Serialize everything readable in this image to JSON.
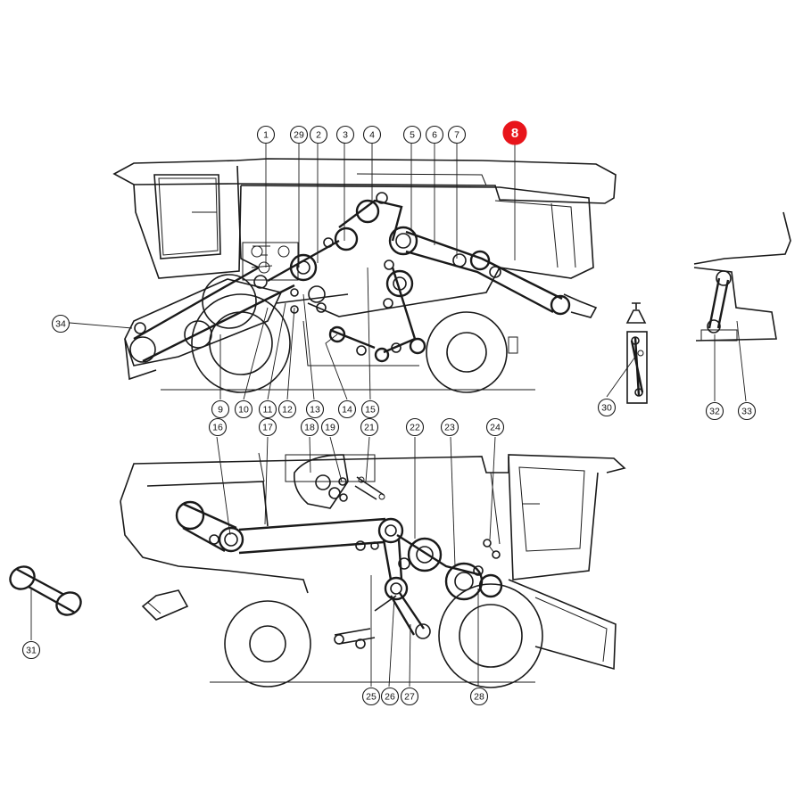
{
  "diagram": {
    "highlighted_part": "8",
    "colors": {
      "line": "#1a1a1a",
      "highlight": "#e8151b",
      "background": "#ffffff"
    },
    "callouts": [
      {
        "id": "1",
        "label": "1"
      },
      {
        "id": "29",
        "label": "29"
      },
      {
        "id": "2",
        "label": "2"
      },
      {
        "id": "3",
        "label": "3"
      },
      {
        "id": "4",
        "label": "4"
      },
      {
        "id": "5",
        "label": "5"
      },
      {
        "id": "6",
        "label": "6"
      },
      {
        "id": "7",
        "label": "7"
      },
      {
        "id": "8",
        "label": "8"
      },
      {
        "id": "34",
        "label": "34"
      },
      {
        "id": "9",
        "label": "9"
      },
      {
        "id": "10",
        "label": "10"
      },
      {
        "id": "11",
        "label": "11"
      },
      {
        "id": "12",
        "label": "12"
      },
      {
        "id": "13",
        "label": "13"
      },
      {
        "id": "14",
        "label": "14"
      },
      {
        "id": "15",
        "label": "15"
      },
      {
        "id": "30",
        "label": "30"
      },
      {
        "id": "32",
        "label": "32"
      },
      {
        "id": "33",
        "label": "33"
      },
      {
        "id": "16",
        "label": "16"
      },
      {
        "id": "17",
        "label": "17"
      },
      {
        "id": "18",
        "label": "18"
      },
      {
        "id": "19",
        "label": "19"
      },
      {
        "id": "21",
        "label": "21"
      },
      {
        "id": "22",
        "label": "22"
      },
      {
        "id": "23",
        "label": "23"
      },
      {
        "id": "24",
        "label": "24"
      },
      {
        "id": "31",
        "label": "31"
      },
      {
        "id": "25",
        "label": "25"
      },
      {
        "id": "26",
        "label": "26"
      },
      {
        "id": "27",
        "label": "27"
      },
      {
        "id": "28",
        "label": "28"
      }
    ]
  }
}
